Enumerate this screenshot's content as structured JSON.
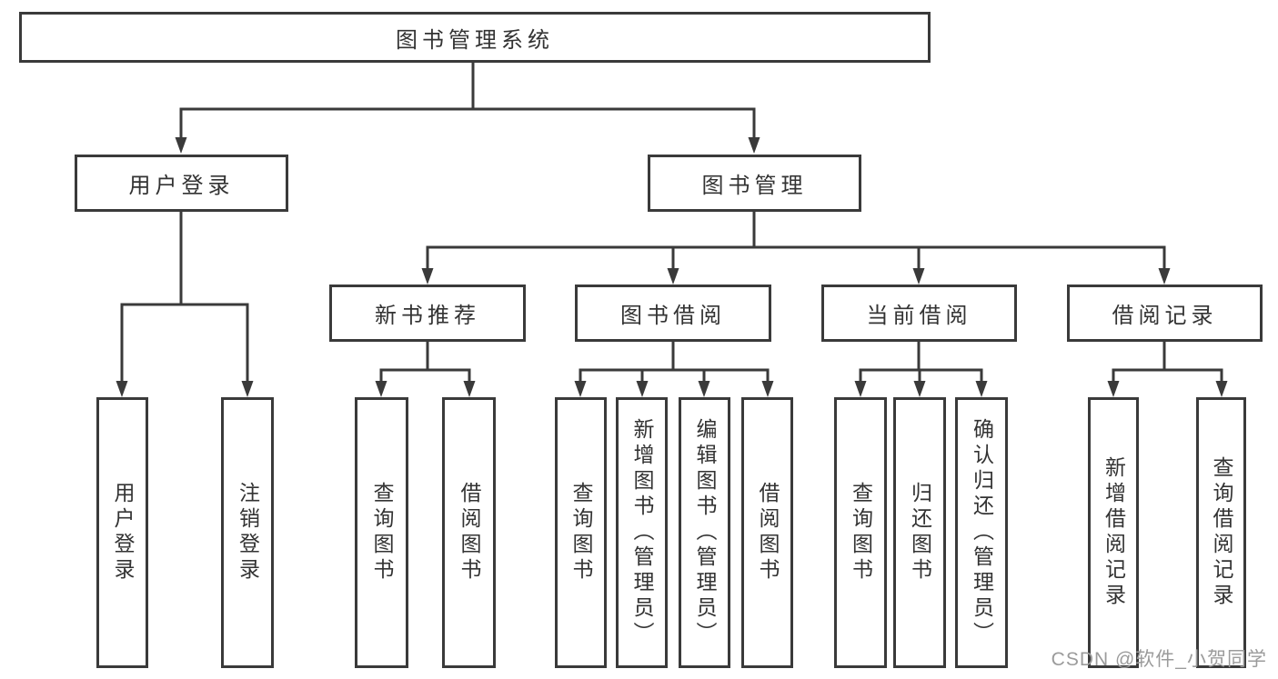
{
  "colors": {
    "line": "#3a3a3a",
    "box_border": "#3a3a3a",
    "box_fill": "#ffffff",
    "text": "#333333",
    "watermark": "#9b9b9b",
    "background": "#ffffff"
  },
  "watermark": "CSDN @软件_小贺同学",
  "tree": {
    "root": {
      "label": "图书管理系统"
    },
    "user_login": {
      "label": "用户登录",
      "children": [
        {
          "label": "用户登录"
        },
        {
          "label": "注销登录"
        }
      ]
    },
    "book_mgmt": {
      "label": "图书管理",
      "sections": [
        {
          "label": "新书推荐",
          "children": [
            {
              "label": "查询图书"
            },
            {
              "label": "借阅图书"
            }
          ]
        },
        {
          "label": "图书借阅",
          "children": [
            {
              "label": "查询图书"
            },
            {
              "label": "新增图书（管理员）"
            },
            {
              "label": "编辑图书（管理员）"
            },
            {
              "label": "借阅图书"
            }
          ]
        },
        {
          "label": "当前借阅",
          "children": [
            {
              "label": "查询图书"
            },
            {
              "label": "归还图书"
            },
            {
              "label": "确认归还（管理员）"
            }
          ]
        },
        {
          "label": "借阅记录",
          "children": [
            {
              "label": "新增借阅记录"
            },
            {
              "label": "查询借阅记录"
            }
          ]
        }
      ]
    }
  }
}
